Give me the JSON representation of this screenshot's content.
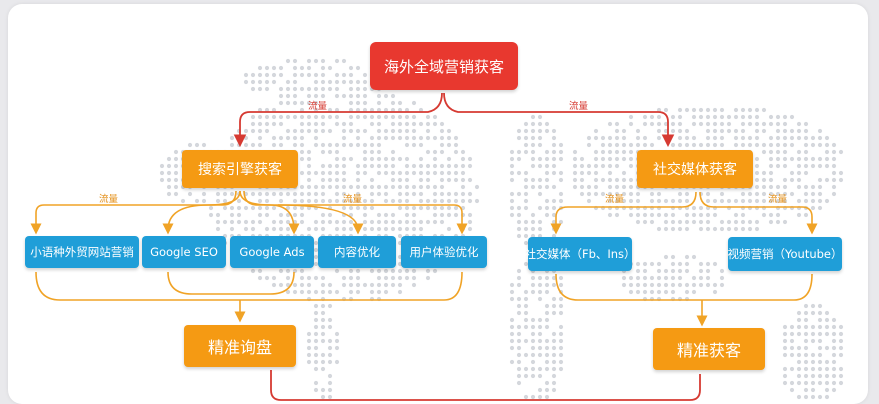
{
  "diagram": {
    "root": "海外全域营销获客",
    "flow_label": "流量",
    "branches": [
      {
        "title": "搜索引擎获客",
        "items": [
          "小语种外贸网站营销",
          "Google SEO",
          "Google Ads",
          "内容优化",
          "用户体验优化"
        ],
        "result": "精准询盘"
      },
      {
        "title": "社交媒体获客",
        "items": [
          "社交媒体（Fb、Ins）",
          "视频营销（Youtube）"
        ],
        "result": "精准获客"
      }
    ]
  },
  "colors": {
    "root": "#e8382f",
    "category": "#f59a13",
    "item": "#1f9ed8",
    "red_line": "#d63a32",
    "orange_line": "#f0a326",
    "map_dots": "#d4d7dc"
  }
}
